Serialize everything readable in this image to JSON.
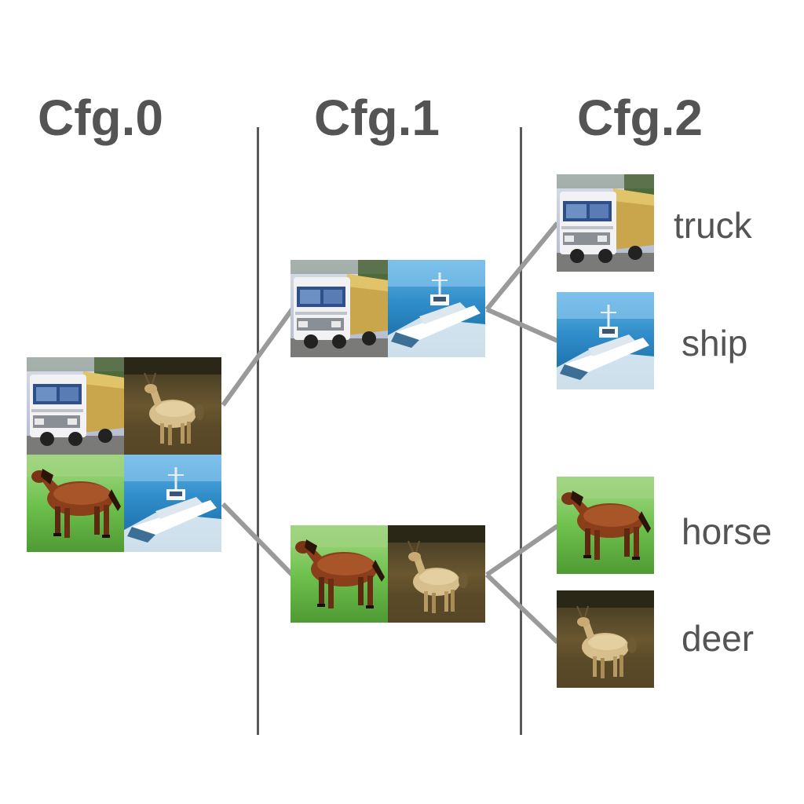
{
  "columns": [
    {
      "title": "Cfg.0"
    },
    {
      "title": "Cfg.1"
    },
    {
      "title": "Cfg.2"
    }
  ],
  "classes": {
    "truck": "truck",
    "ship": "ship",
    "horse": "horse",
    "deer": "deer"
  },
  "colors": {
    "text": "#545454",
    "divider": "#5a5a5a",
    "connector": "#9a9a9a"
  }
}
